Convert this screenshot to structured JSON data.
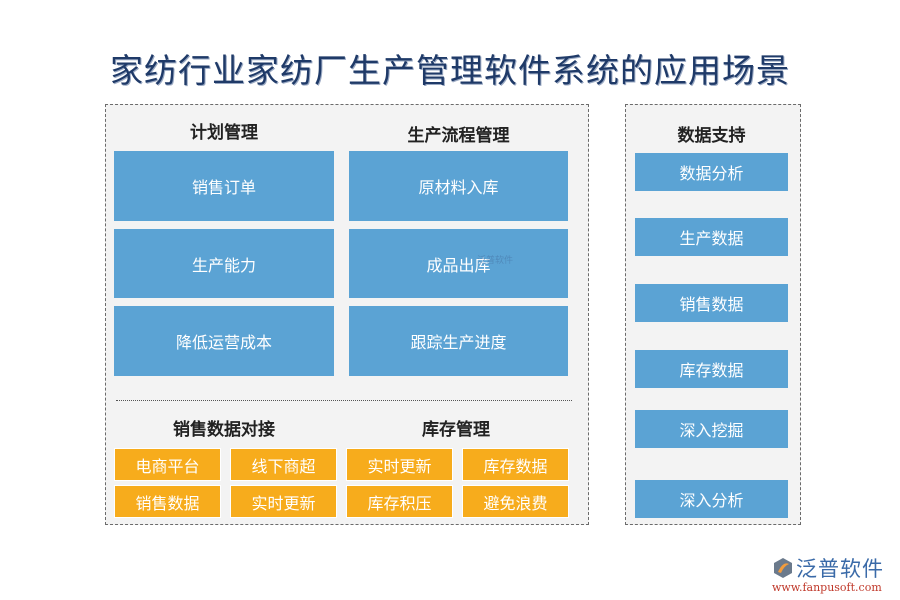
{
  "title": "家纺行业家纺厂生产管理软件系统的应用场景",
  "colors": {
    "title": "#1f3a68",
    "blue_box": "#5ba3d4",
    "orange_box": "#f7ac1c",
    "panel_bg": "#f3f3f3"
  },
  "planning": {
    "heading": "计划管理",
    "items": [
      "销售订单",
      "生产能力",
      "降低运营成本"
    ]
  },
  "production_flow": {
    "heading": "生产流程管理",
    "items": [
      "原材料入库",
      "成品出库",
      "跟踪生产进度"
    ]
  },
  "sales_integration": {
    "heading": "销售数据对接",
    "items": [
      "电商平台",
      "线下商超",
      "销售数据",
      "实时更新"
    ]
  },
  "inventory": {
    "heading": "库存管理",
    "items": [
      "实时更新",
      "库存数据",
      "库存积压",
      "避免浪费"
    ]
  },
  "data_support": {
    "heading": "数据支持",
    "items": [
      "数据分析",
      "生产数据",
      "销售数据",
      "库存数据",
      "深入挖掘",
      "深入分析"
    ]
  },
  "watermark": "泛普软件",
  "logo": {
    "name": "泛普软件",
    "url": "www.fanpusoft.com",
    "icon": "fanpu-logo-icon"
  }
}
